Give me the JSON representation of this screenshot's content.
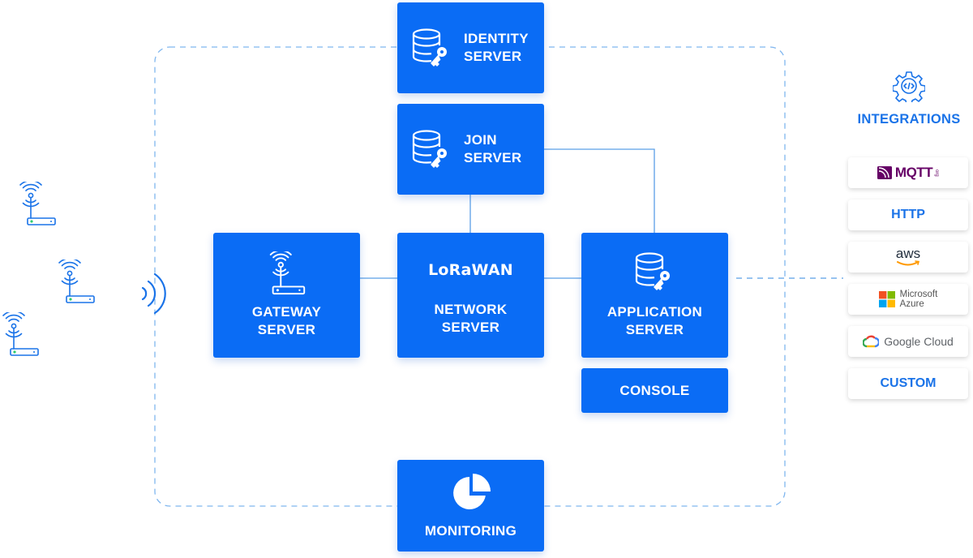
{
  "boxes": {
    "identity": "IDENTITY\nSERVER",
    "join": "JOIN\nSERVER",
    "gateway": "GATEWAY\nSERVER",
    "network_logo": "LoRaWAN",
    "network": "NETWORK\nSERVER",
    "application": "APPLICATION\nSERVER",
    "console": "CONSOLE",
    "monitoring": "MONITORING"
  },
  "integrations": {
    "title": "INTEGRATIONS",
    "mqtt": "MQTT",
    "mqtt_sub": "org",
    "http": "HTTP",
    "aws": "aws",
    "azure_line1": "Microsoft",
    "azure_line2": "Azure",
    "google": "Google Cloud",
    "custom": "CUSTOM"
  },
  "icons": {
    "database_key": "database-key-icon",
    "gateway": "gateway-antenna-icon",
    "pie": "pie-chart-icon",
    "gear": "gear-code-icon",
    "wifi": "radio-waves-icon"
  },
  "colors": {
    "primary": "#0a6cf5",
    "accent": "#1a73e8",
    "line": "#5a9fe6"
  }
}
